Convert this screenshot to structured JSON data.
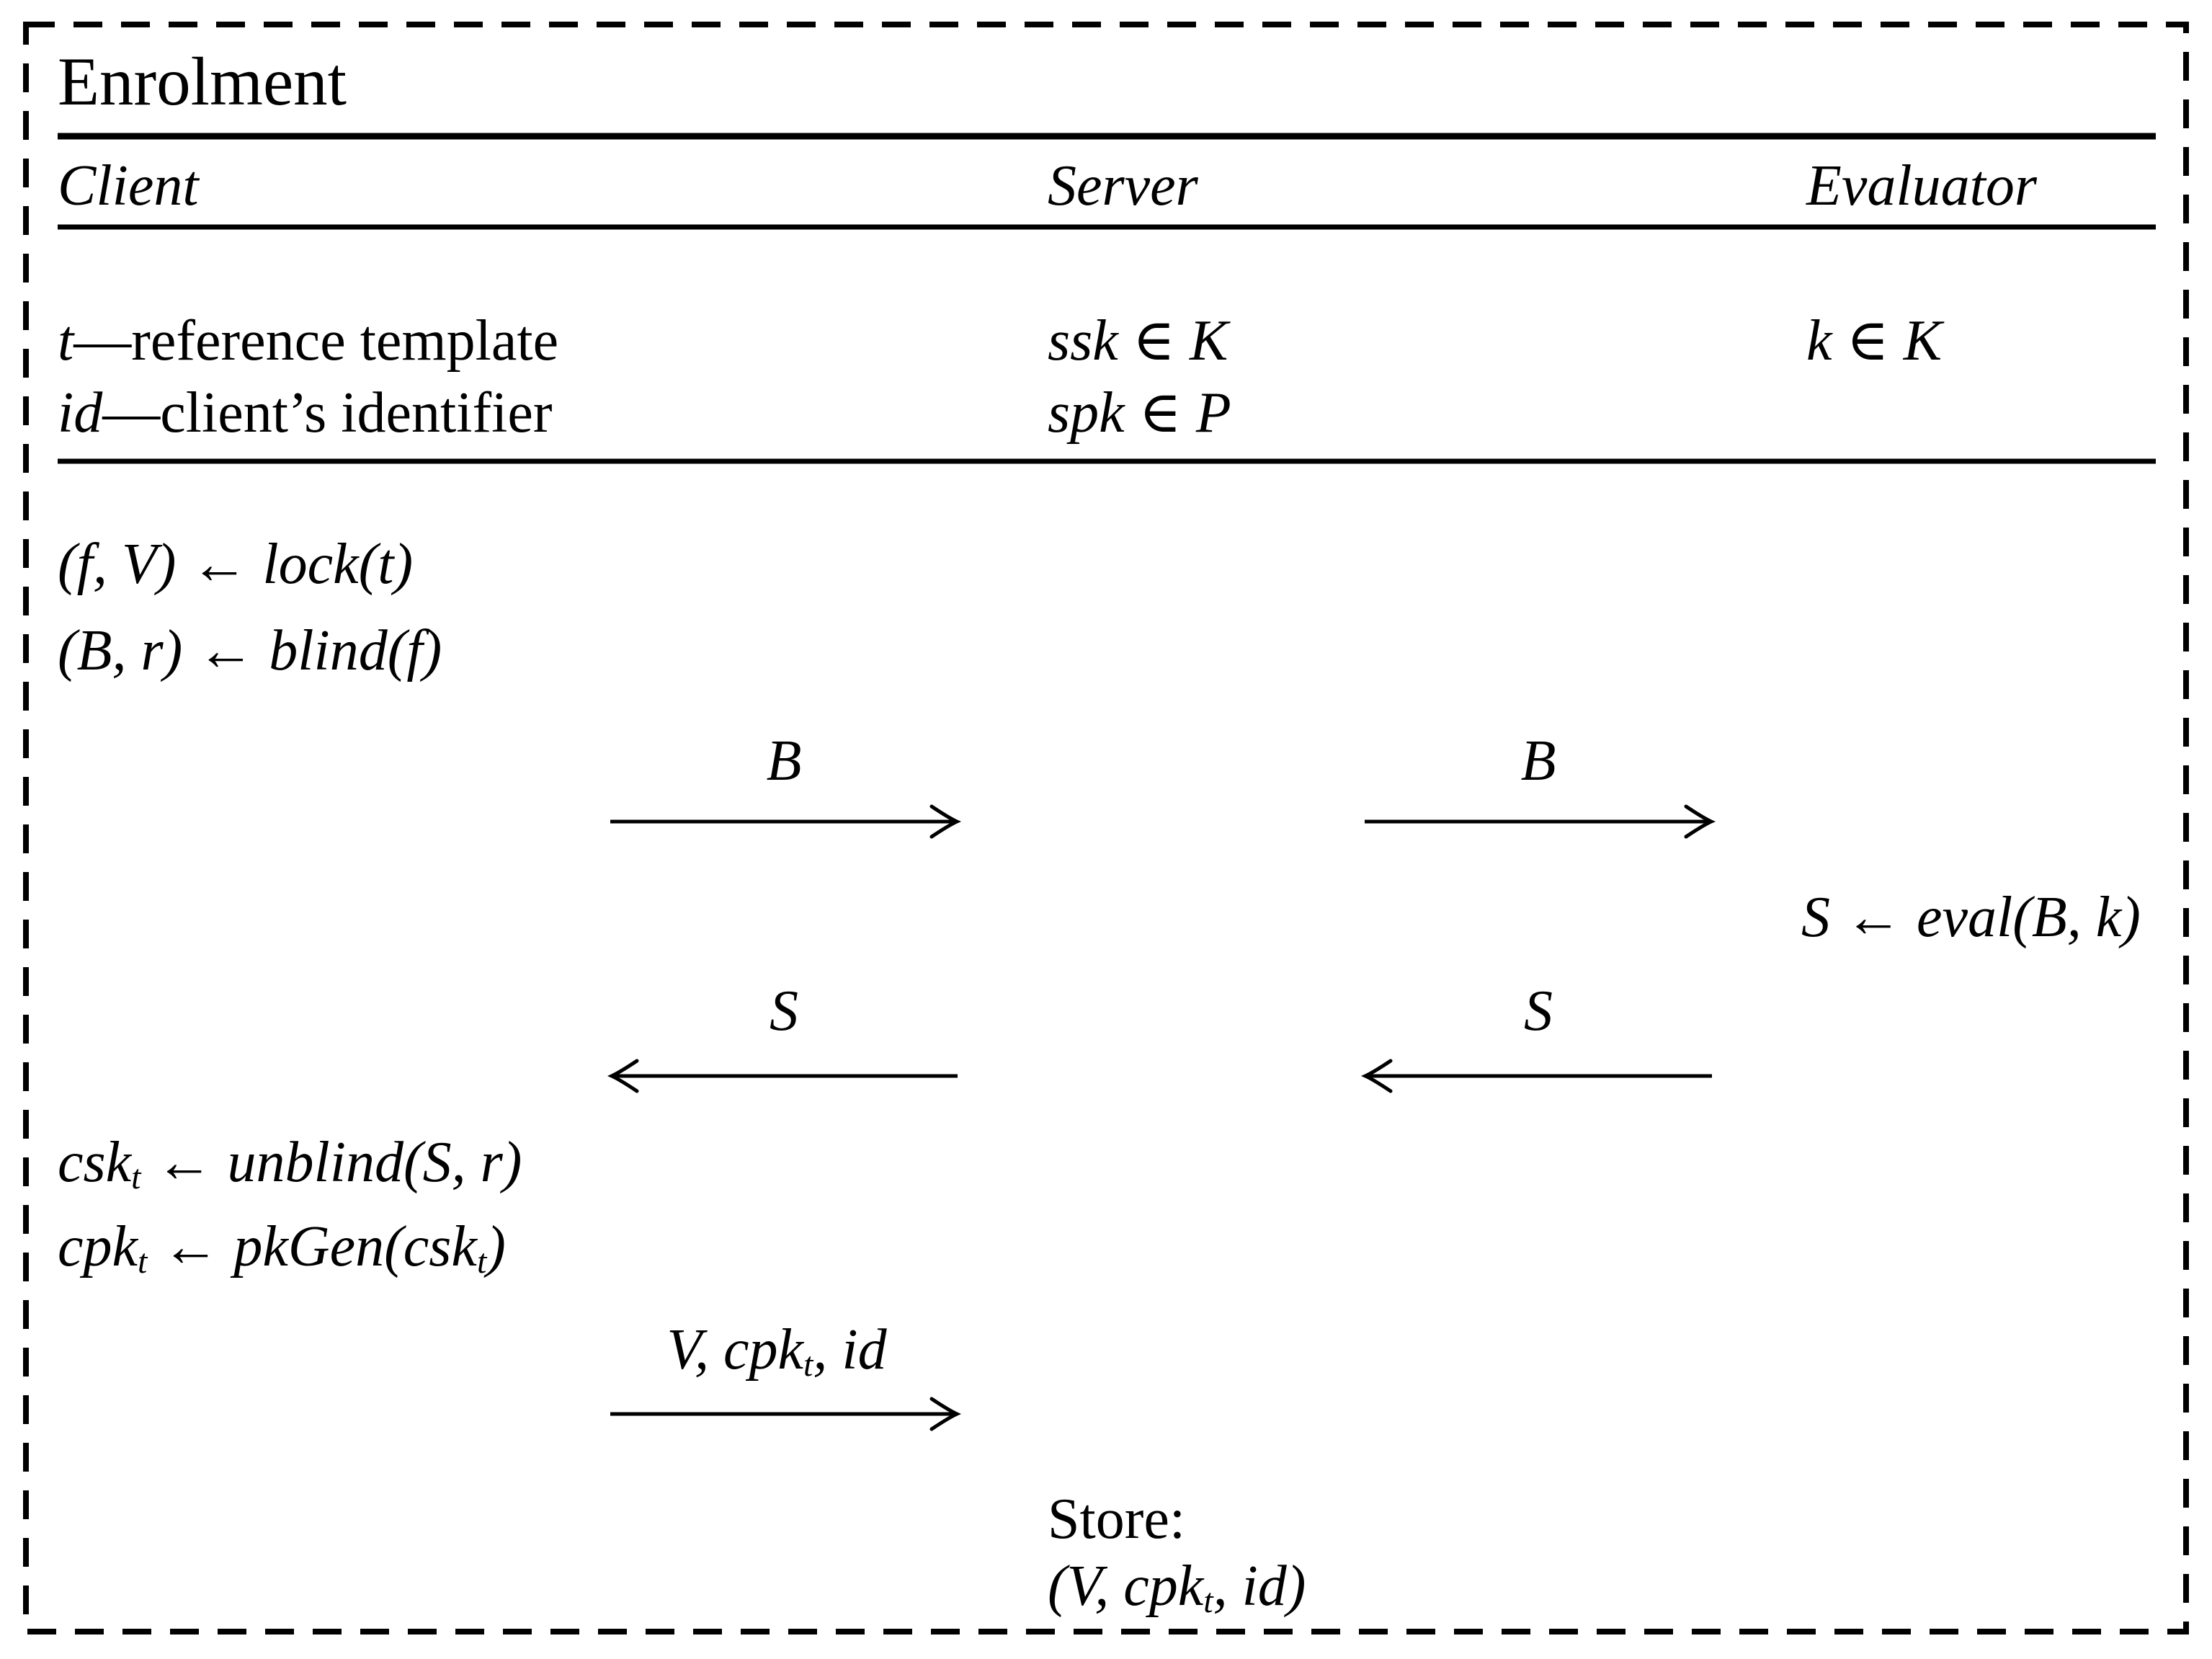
{
  "figure": {
    "title": "Enrolment",
    "colors": {
      "ink": "#000000",
      "background": "#ffffff"
    },
    "headers": {
      "client": "Client",
      "server": "Server",
      "evaluator": "Evaluator"
    },
    "setup": {
      "client_var1": "t",
      "client_desc1": "—reference template",
      "client_var2": "id",
      "client_desc2": "—client’s identifier",
      "server1": "ssk ∈ K",
      "server2": "spk ∈ P",
      "evaluator1": "k ∈ K"
    },
    "client_steps": {
      "lock": "(f, V) ← lock(t)",
      "blind": "(B, r) ← blind(f)",
      "unblind": [
        "csk",
        "t",
        " ← unblind(S, r)"
      ],
      "pkgen": [
        "cpk",
        "t",
        " ← pkGen(csk",
        "t",
        ")"
      ]
    },
    "evaluator_steps": {
      "eval": "S ← eval(B, k)"
    },
    "server_steps": {
      "store_label": "Store:",
      "store_value": [
        "(V, cpk",
        "t",
        ", id)"
      ]
    },
    "messages": {
      "b_client_to_server": {
        "label": "B",
        "direction": "right"
      },
      "b_server_to_evaluator": {
        "label": "B",
        "direction": "right"
      },
      "s_server_to_client": {
        "label": "S",
        "direction": "left"
      },
      "s_evaluator_to_server": {
        "label": "S",
        "direction": "left"
      },
      "v_client_to_server": {
        "label_segments": [
          "V, cpk",
          "t",
          ", id"
        ],
        "direction": "right"
      }
    }
  }
}
